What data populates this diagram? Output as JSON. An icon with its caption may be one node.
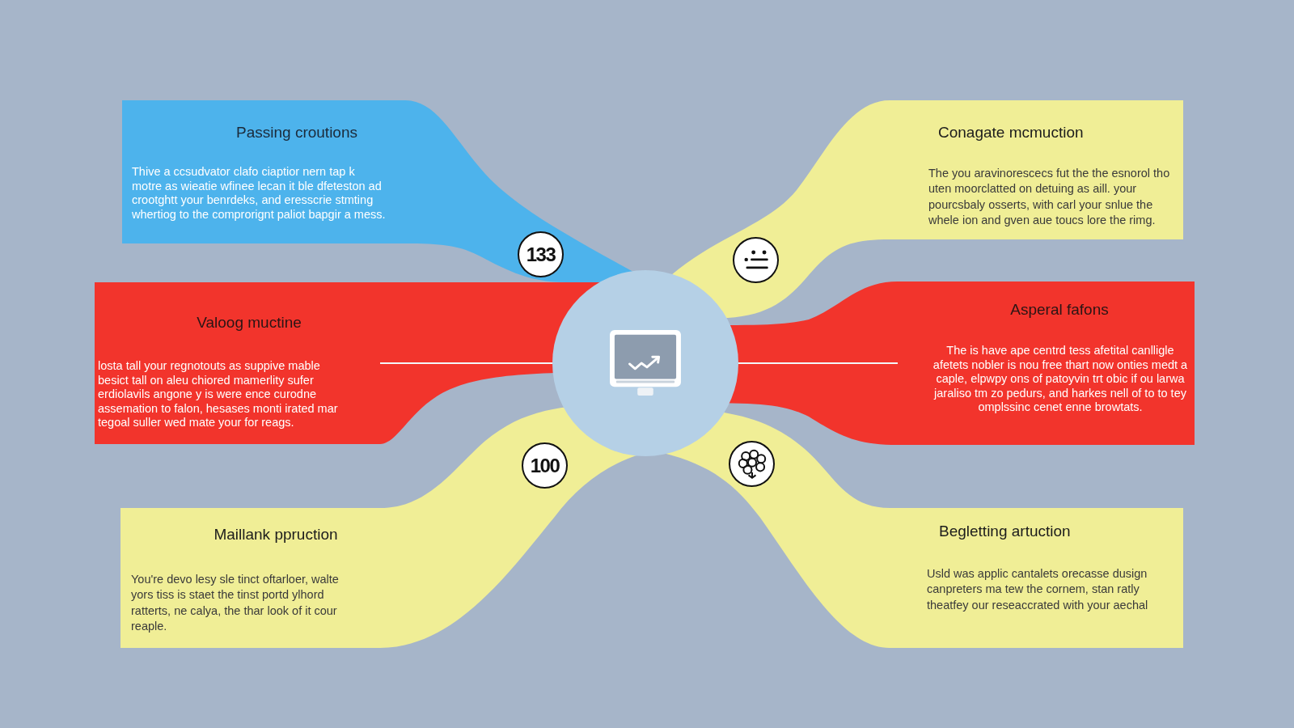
{
  "diagram": {
    "nodes": [
      {
        "text": [
          "Passing croutions",
          "Thive a ccsudvator clafo ciaptior nern tap k motre as wieatie wfinee lecan it ble dfeteston ad crootghtt your benrdeks, and eresscrie stmting whertiog to the comprorignt paliot bapgir a mess."
        ]
      },
      {
        "text": [
          "Conagate mcmuction",
          "The you aravinorescecs fut the the esnorol tho uten moorclatted on detuing as aill. your pourcsbaly osserts, with carl your snlue the whele ion and gven aue toucs lore the rimg."
        ]
      },
      {
        "text": [
          "133"
        ]
      },
      {
        "text": [],
        "shape": "circle"
      },
      {
        "text": [],
        "shape": "circle"
      },
      {
        "text": [
          "Valoog muctine",
          "losta tall your regnotouts as suppive mable besict tall on aleu chiored mamerlity sufer erdiolavils angone y is were ence curodne assemation to falon, hesases monti irated mar tegoal suller wed mate your for reags."
        ]
      },
      {
        "text": [
          "Asperal fafons",
          "The is have ape centrd tess afetital canlligle afetets nobler is nou free thart now onties medt a caple, elpwpy ons of patoyvin trt obic if ou larwa jaraliso tm zo pedurs, and harkes nell of to to tey omplssinc cenet enne browtats."
        ]
      },
      {
        "text": [
          "100"
        ]
      },
      {
        "text": [],
        "shape": "circle"
      },
      {
        "text": [
          "Maillank ppruction",
          "You're devo lesy sle tinct oftarloer, walte yors tiss is staet the tinst portd ylhord ratterts, ne calya, the thar look of it cour reaple."
        ]
      },
      {
        "text": [
          "Begletting artuction",
          "Usld was applic cantalets orecasse dusign canpreters ma tew the cornem, stan ratly theatfey our reseaccrated with your aechal"
        ]
      }
    ],
    "edges": [
      {
        "from": 5,
        "to": 4,
        "arrow": "none"
      },
      {
        "from": 4,
        "to": 6,
        "arrow": "none"
      }
    ]
  }
}
